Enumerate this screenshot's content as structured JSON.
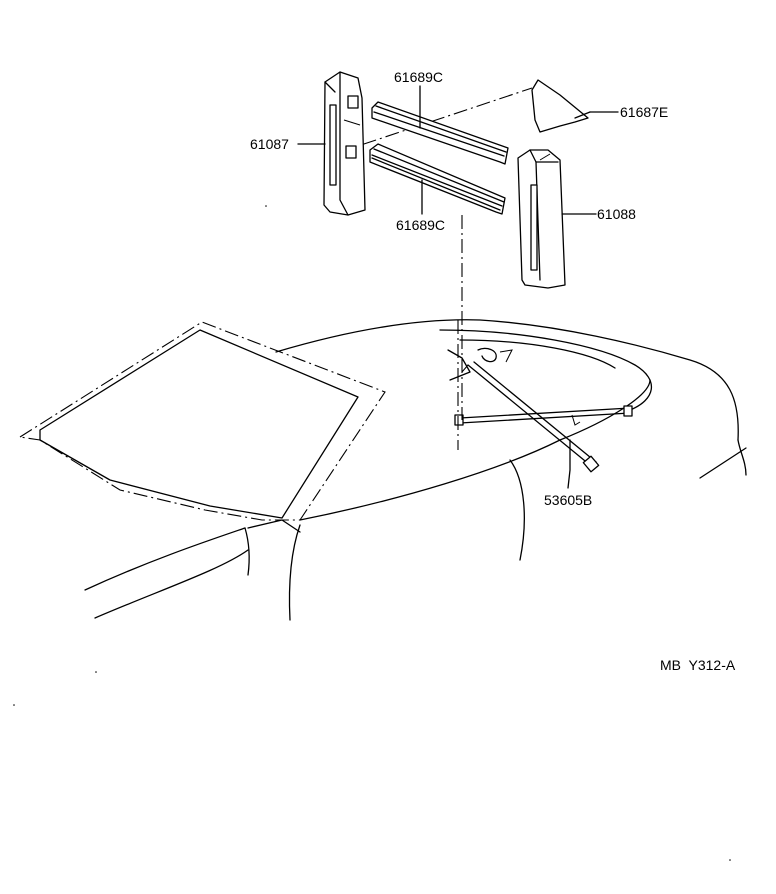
{
  "callouts": [
    {
      "id": "61689C_top",
      "text": "61689C"
    },
    {
      "id": "61687E",
      "text": "61687E"
    },
    {
      "id": "61087",
      "text": "61087"
    },
    {
      "id": "61088",
      "text": "61088"
    },
    {
      "id": "61689C_bottom",
      "text": "61689C"
    },
    {
      "id": "53605B",
      "text": "53605B"
    }
  ],
  "diagram_code": "MB  Y312-A"
}
